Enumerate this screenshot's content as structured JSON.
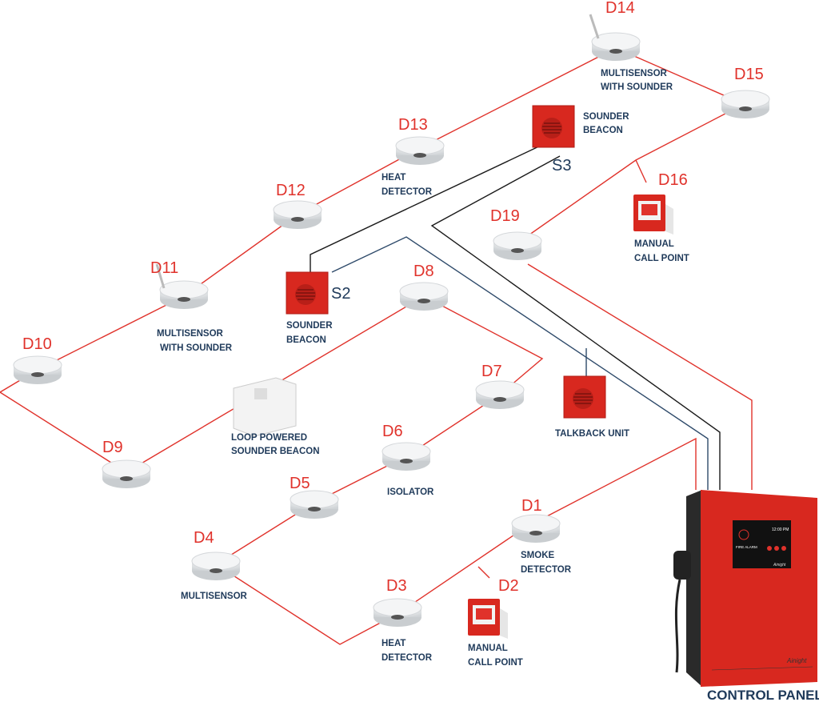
{
  "colors": {
    "loop": "#e0322b",
    "label": "#e0322b",
    "caption": "#1f3a5a",
    "sounder_wire": "#1a1a1a",
    "talkback_wire": "#2e4a6a",
    "device_red": "#d8281f"
  },
  "devices": {
    "D1": {
      "label": "D1",
      "caption": [
        "SMOKE",
        "DETECTOR"
      ]
    },
    "D2": {
      "label": "D2",
      "caption": [
        "MANUAL",
        "CALL POINT"
      ]
    },
    "D3": {
      "label": "D3",
      "caption": [
        "HEAT",
        "DETECTOR"
      ]
    },
    "D4": {
      "label": "D4",
      "caption": [
        "MULTISENSOR"
      ]
    },
    "D5": {
      "label": "D5"
    },
    "D6": {
      "label": "D6",
      "caption": [
        "ISOLATOR"
      ]
    },
    "D7": {
      "label": "D7"
    },
    "D8": {
      "label": "D8"
    },
    "D9": {
      "label": "D9"
    },
    "D10": {
      "label": "D10"
    },
    "D11": {
      "label": "D11",
      "caption": [
        "MULTISENSOR",
        "WITH SOUNDER"
      ]
    },
    "D12": {
      "label": "D12"
    },
    "D13": {
      "label": "D13",
      "caption": [
        "HEAT",
        "DETECTOR"
      ]
    },
    "D14": {
      "label": "D14",
      "caption": [
        "MULTISENSOR",
        "WITH SOUNDER"
      ]
    },
    "D15": {
      "label": "D15"
    },
    "D16": {
      "label": "D16",
      "caption": [
        "MANUAL",
        "CALL POINT"
      ]
    },
    "D19": {
      "label": "D19"
    }
  },
  "sounders": {
    "S2": {
      "label": "S2",
      "caption": [
        "SOUNDER",
        "BEACON"
      ]
    },
    "S3": {
      "label": "S3",
      "caption": [
        "SOUNDER",
        "BEACON"
      ]
    }
  },
  "loop_sounder": {
    "caption": [
      "LOOP POWERED",
      "SOUNDER BEACON"
    ]
  },
  "talkback": {
    "caption": "TALKBACK UNIT"
  },
  "control_panel": {
    "caption": "CONTROL PANEL",
    "screen_title": "FIRE ALARM",
    "time": "12:00 PM",
    "brand": "Ainight"
  }
}
